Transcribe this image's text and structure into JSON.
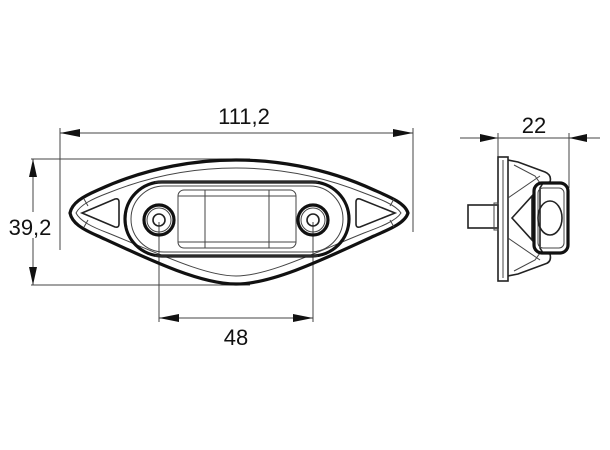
{
  "drawing": {
    "type": "technical-dimension-drawing",
    "subject": "oval marker lamp",
    "views": [
      "front-view",
      "side-view"
    ],
    "dimensions": {
      "overall_length": "111,2",
      "overall_height": "39,2",
      "mounting_hole_spacing": "48",
      "depth": "22"
    },
    "line_color": "#111111",
    "background_color": "#ffffff"
  }
}
